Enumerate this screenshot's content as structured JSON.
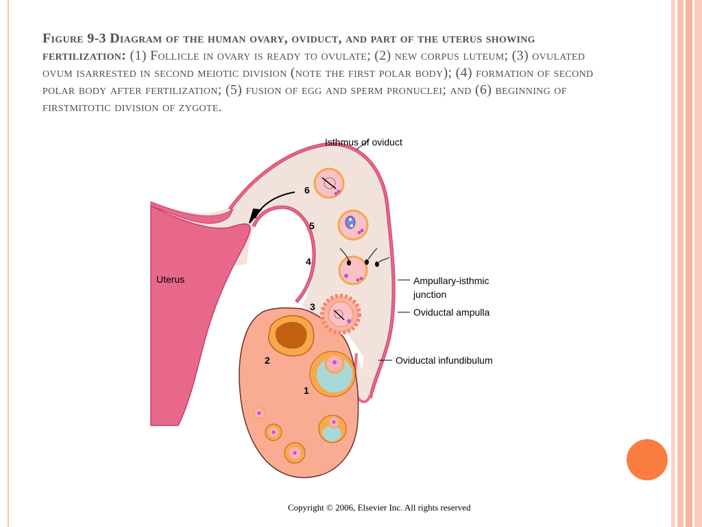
{
  "caption": {
    "title": "Figure 9-3 Diagram of the human ovary, oviduct, and part of the uterus showing fertilization:",
    "body": " (1) Follicle in ovary is ready to ovulate; (2) new corpus luteum; (3) ovulated ovum isarrested in second meiotic division (note the first polar body); (4) formation of second polar body after fertilization; (5) fusion of egg and sperm pronuclei; and (6) beginning of firstmitotic division of zygote."
  },
  "labels": {
    "isthmus": "Isthmus of oviduct",
    "uterus": "Uterus",
    "ampullary_1": "Ampullary-isthmic",
    "ampullary_2": "junction",
    "ampulla": "Oviductal ampulla",
    "infundibulum": "Oviductal infundibulum"
  },
  "numbers": [
    "1",
    "2",
    "3",
    "4",
    "5",
    "6"
  ],
  "footer": {
    "copyright": "Copyright © 2006, Elsevier Inc. All rights reserved"
  },
  "colors": {
    "accent": "#f97d40",
    "uterus_wall": "#e8688c",
    "tube_fill": "#f1e3db",
    "ovary_fill": "#f9ac92",
    "follicle_fluid": "#a8d8d8",
    "corpus_luteum": "#c0620f"
  }
}
